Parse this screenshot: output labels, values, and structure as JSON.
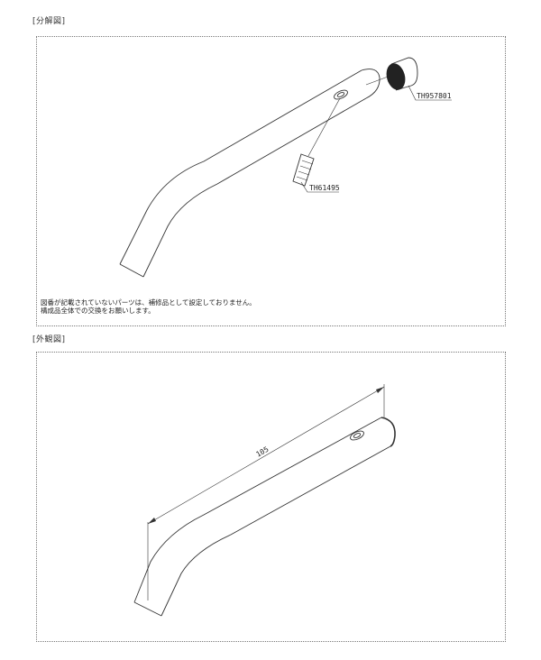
{
  "exploded_view": {
    "title": "[分解図]",
    "parts": [
      {
        "id": "cap",
        "label": "TH957801"
      },
      {
        "id": "screw",
        "label": "TH61495"
      }
    ],
    "note_lines": [
      "図番が記載されていないパーツは、補修品として設定しておりません。",
      "構成品全体での交換をお願いします。"
    ]
  },
  "exterior_view": {
    "title": "[外観図]",
    "dimension_label": "105"
  }
}
